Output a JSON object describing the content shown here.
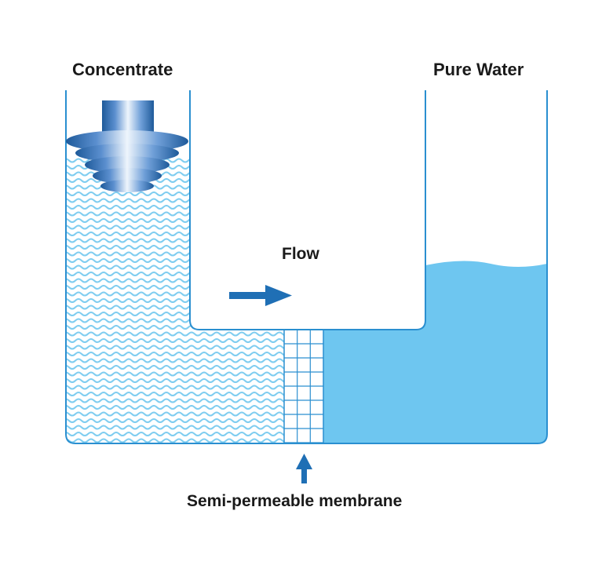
{
  "labels": {
    "concentrate": "Concentrate",
    "pure_water": "Pure Water",
    "flow": "Flow",
    "membrane": "Semi-permeable membrane"
  },
  "colors": {
    "water_fill": "#6ec6f0",
    "wave_line": "#7fcdf0",
    "tank_outline": "#2a8fd0",
    "arrow": "#1f6fb5",
    "membrane_line": "#2a8fd0",
    "pipe_dark": "#1e5a9a",
    "pipe_light": "#e8f1fb"
  },
  "icons": {
    "arrow_flow": "arrow-right-icon",
    "arrow_membrane": "arrow-up-icon",
    "pipe": "pipe-outlet-icon"
  }
}
